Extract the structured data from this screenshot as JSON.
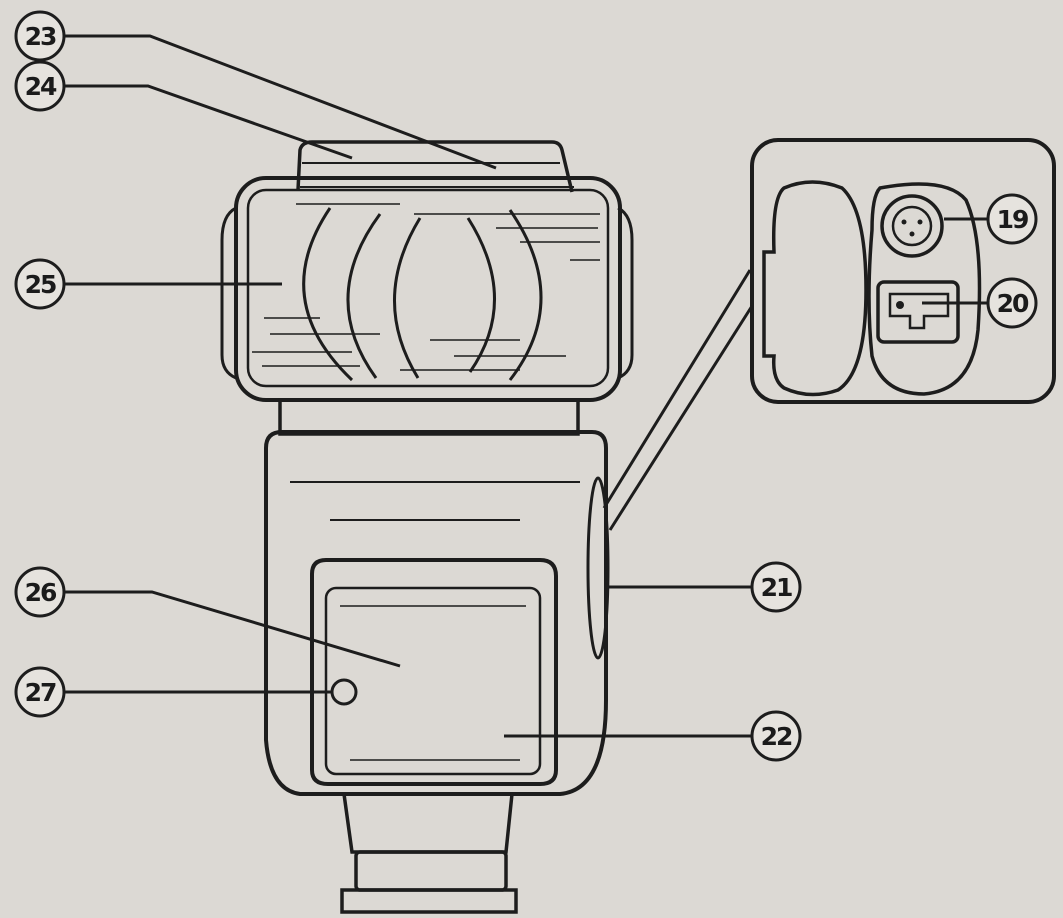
{
  "colors": {
    "paper": "#dcd9d4",
    "ink": "#1d1d1d",
    "body_fill": "#d2cfca",
    "panel_fill": "#e4e1dc"
  },
  "callouts": {
    "n19": "19",
    "n20": "20",
    "n21": "21",
    "n22": "22",
    "n23": "23",
    "n24": "24",
    "n25": "25",
    "n26": "26",
    "n27": "27"
  }
}
